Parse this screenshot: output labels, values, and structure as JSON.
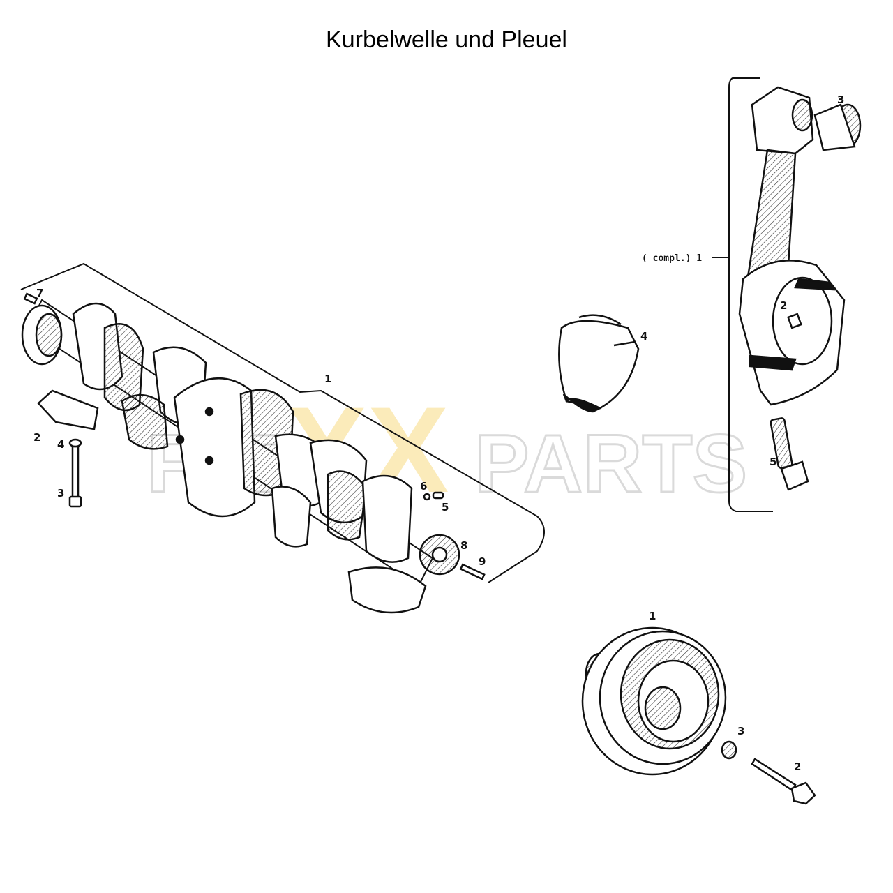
{
  "title": "Kurbelwelle und Pleuel",
  "watermark": {
    "part1": "FLE",
    "part2": "XX",
    "part3": "PARTS",
    "accent": "#f2c94c",
    "gray": "#c8c8c8"
  },
  "crankshaft": {
    "callouts": {
      "c1": "1",
      "c2": "2",
      "c3": "3",
      "c4": "4",
      "c5": "5",
      "c6": "6",
      "c7": "7",
      "c8": "8",
      "c9": "9"
    }
  },
  "connecting_rod": {
    "compl_label": "( compl.) 1",
    "callouts": {
      "c2": "2",
      "c3": "3",
      "c4": "4",
      "c5": "5"
    }
  },
  "pulley": {
    "callouts": {
      "c1": "1",
      "c2": "2",
      "c3": "3"
    }
  }
}
